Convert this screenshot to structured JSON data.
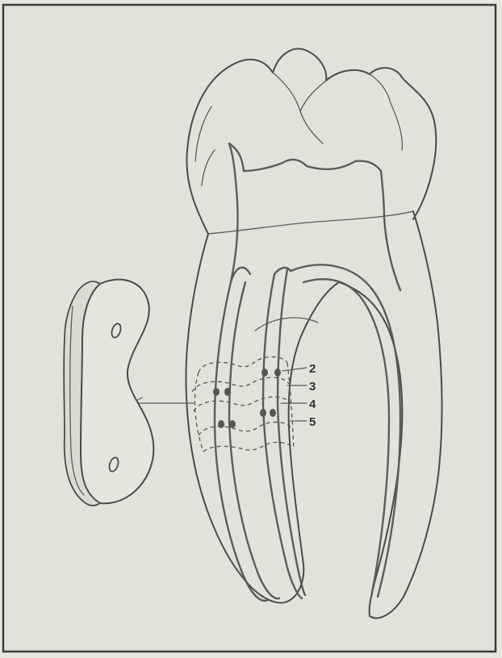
{
  "figure": {
    "labels": [
      "2",
      "3",
      "4",
      "5"
    ],
    "colors": {
      "background": "#e7e6df",
      "paper": "#e3e2da",
      "ink": "#4a4a4a"
    }
  }
}
